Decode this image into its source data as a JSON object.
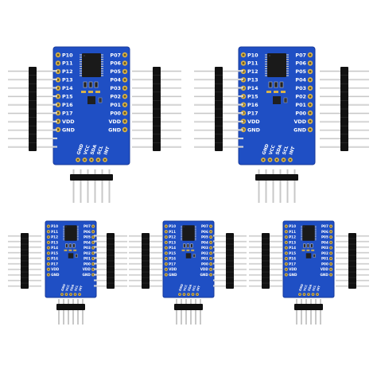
{
  "scene": {
    "description_items": 5,
    "colors": {
      "background": "#ffffff",
      "pcb": "#1f4fc4",
      "pcb_edge": "#17389a",
      "pad_gold": "#d9b34a",
      "chip": "#1a1a1a",
      "header_black": "#111111",
      "pin_silver": "#c8c8c8"
    }
  },
  "board_labels": {
    "left": [
      "P10",
      "P11",
      "P12",
      "P13",
      "P14",
      "P15",
      "P16",
      "P17",
      "VDD",
      "GND"
    ],
    "right": [
      "P07",
      "P06",
      "P05",
      "P04",
      "P03",
      "P02",
      "P01",
      "P00",
      "VDD",
      "GND"
    ],
    "bottom": [
      "GND",
      "VCC",
      "SDA",
      "SCL",
      "INT"
    ]
  }
}
